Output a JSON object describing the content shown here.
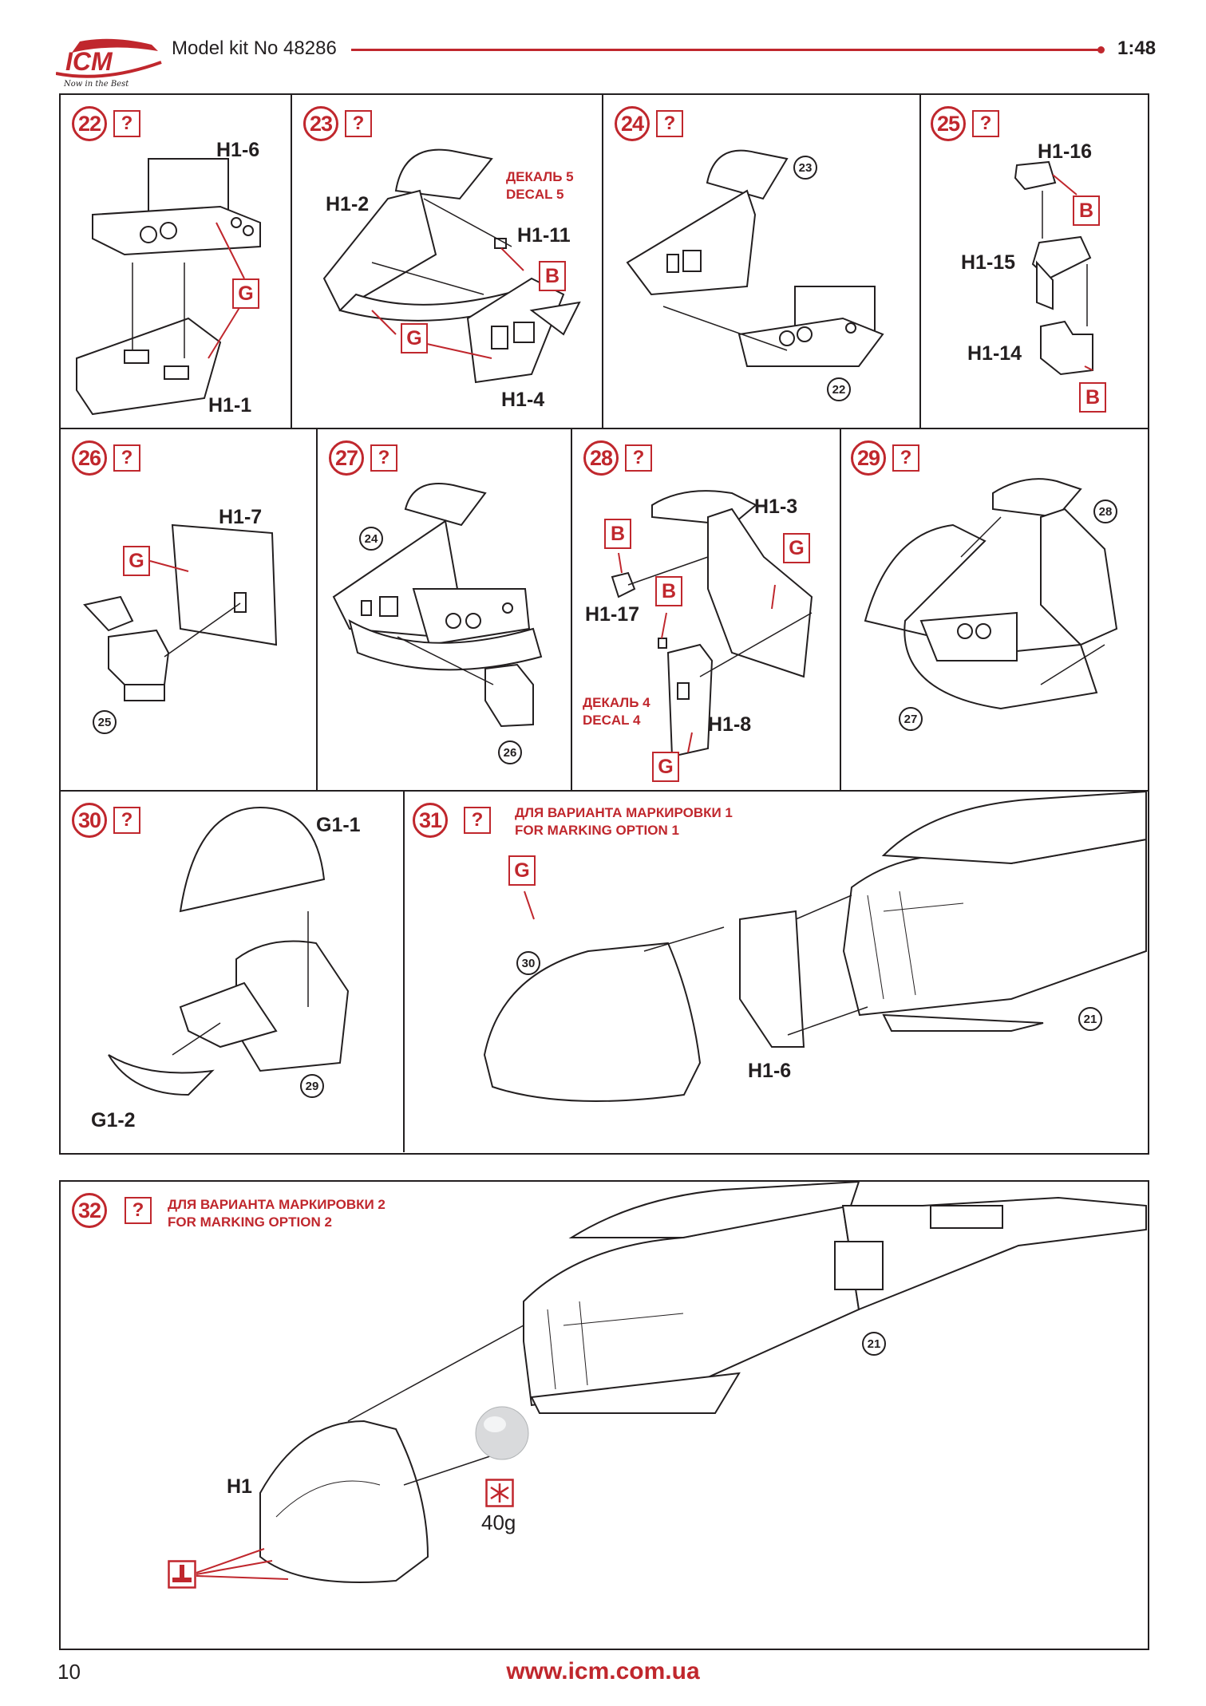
{
  "header": {
    "kit_label": "Model kit No 48286",
    "scale": "1:48",
    "logo_text": "ICM",
    "logo_tagline": "Now in the Best"
  },
  "question_mark": "?",
  "steps": {
    "s22": {
      "num": "22",
      "labels": [
        "H1-6",
        "H1-1"
      ],
      "colors": [
        "G"
      ]
    },
    "s23": {
      "num": "23",
      "labels": [
        "H1-2",
        "H1-11",
        "H1-4"
      ],
      "colors": [
        "B",
        "G"
      ],
      "decal_ru": "ДЕКАЛЬ 5",
      "decal_en": "DECAL 5"
    },
    "s24": {
      "num": "24",
      "refs": [
        "23",
        "22"
      ]
    },
    "s25": {
      "num": "25",
      "labels": [
        "H1-16",
        "H1-15",
        "H1-14"
      ],
      "colors": [
        "B",
        "B"
      ]
    },
    "s26": {
      "num": "26",
      "labels": [
        "H1-7"
      ],
      "colors": [
        "G"
      ],
      "refs": [
        "25"
      ]
    },
    "s27": {
      "num": "27",
      "refs": [
        "24",
        "26"
      ]
    },
    "s28": {
      "num": "28",
      "labels": [
        "H1-3",
        "H1-17",
        "H1-8"
      ],
      "colors": [
        "B",
        "B",
        "G",
        "G"
      ],
      "decal_ru": "ДЕКАЛЬ 4",
      "decal_en": "DECAL 4"
    },
    "s29": {
      "num": "29",
      "refs": [
        "28",
        "27"
      ]
    },
    "s30": {
      "num": "30",
      "labels": [
        "G1-1",
        "G1-2"
      ],
      "refs": [
        "29"
      ]
    },
    "s31": {
      "num": "31",
      "note_ru": "ДЛЯ ВАРИАНТА МАРКИРОВКИ 1",
      "note_en": "FOR MARKING OPTION 1",
      "labels": [
        "H1-6"
      ],
      "colors": [
        "G"
      ],
      "refs": [
        "30",
        "21"
      ]
    },
    "s32": {
      "num": "32",
      "note_ru": "ДЛЯ ВАРИАНТА МАРКИРОВКИ 2",
      "note_en": "FOR MARKING OPTION 2",
      "labels": [
        "H1"
      ],
      "refs": [
        "21"
      ],
      "weight": "40g"
    }
  },
  "footer": {
    "page": "10",
    "url": "www.icm.com.ua"
  },
  "colors": {
    "accent": "#c0272d",
    "ink": "#231f20"
  }
}
